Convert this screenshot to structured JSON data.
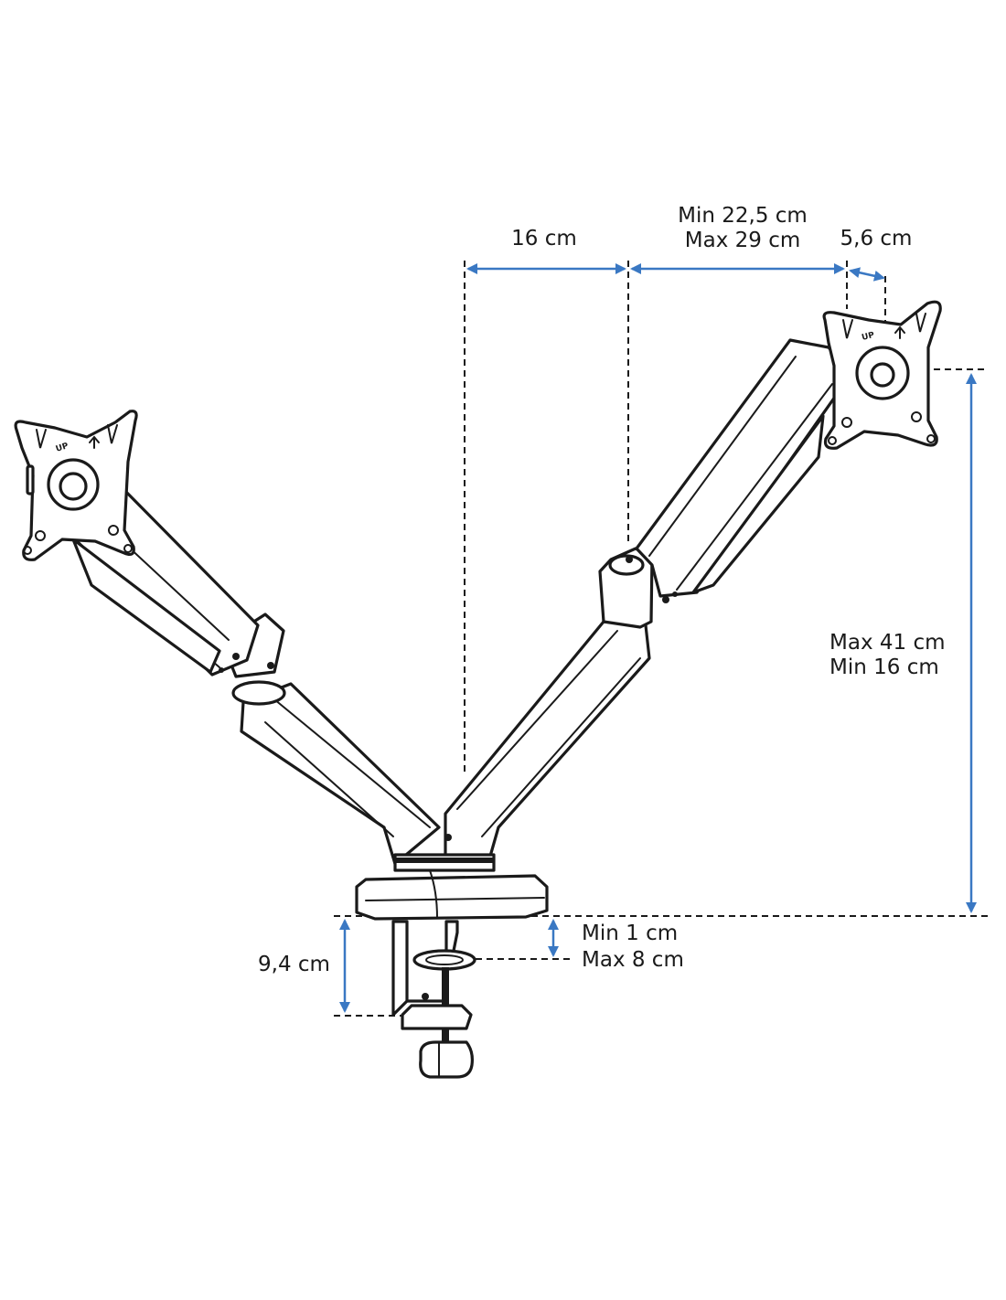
{
  "accent_color": "#3a78c3",
  "labels": {
    "arm_offset": "16 cm",
    "arm_length_min": "Min 22,5 cm",
    "arm_length_max": "Max 29 cm",
    "vesa_offset": "5,6 cm",
    "height_max": "Max 41 cm",
    "height_min": "Min 16 cm",
    "clamp_height": "9,4 cm",
    "desk_min": "Min 1 cm",
    "desk_max": "Max 8 cm",
    "plate_up_left": "UP",
    "plate_up_right": "UP"
  },
  "icons": {
    "plate_arrow": "up-arrow-icon"
  }
}
